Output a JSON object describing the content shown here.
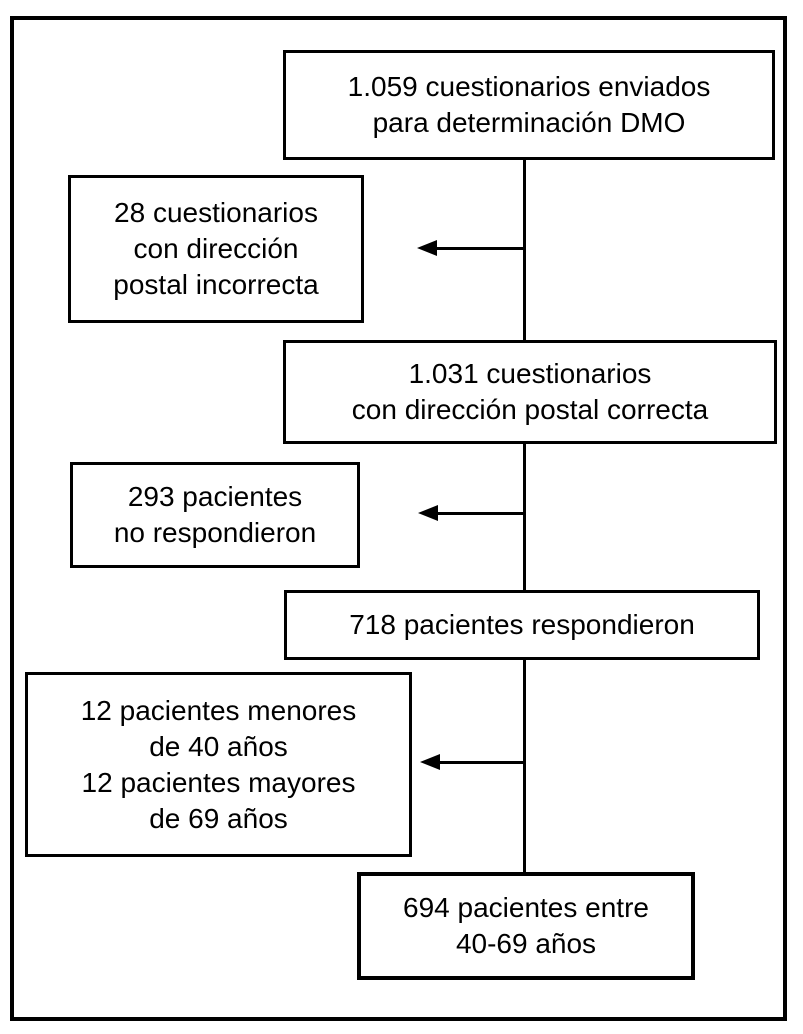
{
  "diagram": {
    "language": "es",
    "colors": {
      "background": "#ffffff",
      "line": "#000000",
      "text": "#000000",
      "box_fill": "#ffffff"
    },
    "nodes": {
      "sent": {
        "lines": [
          "1.059 cuestionarios enviados",
          "para determinación DMO"
        ],
        "value": 1059
      },
      "wrong_address": {
        "lines": [
          "28 cuestionarios",
          "con dirección",
          "postal incorrecta"
        ],
        "value": 28
      },
      "correct_address": {
        "lines": [
          "1.031 cuestionarios",
          "con dirección postal correcta"
        ],
        "value": 1031
      },
      "no_response": {
        "lines": [
          "293 pacientes",
          "no respondieron"
        ],
        "value": 293
      },
      "responded": {
        "lines": [
          "718 pacientes respondieron"
        ],
        "value": 718
      },
      "age_excluded": {
        "lines": [
          "12 pacientes menores",
          "de 40 años",
          "12 pacientes mayores",
          "de 69 años"
        ],
        "values": [
          12,
          12
        ]
      },
      "final": {
        "lines": [
          "694 pacientes entre",
          "40-69 años"
        ],
        "value": 694
      }
    }
  }
}
